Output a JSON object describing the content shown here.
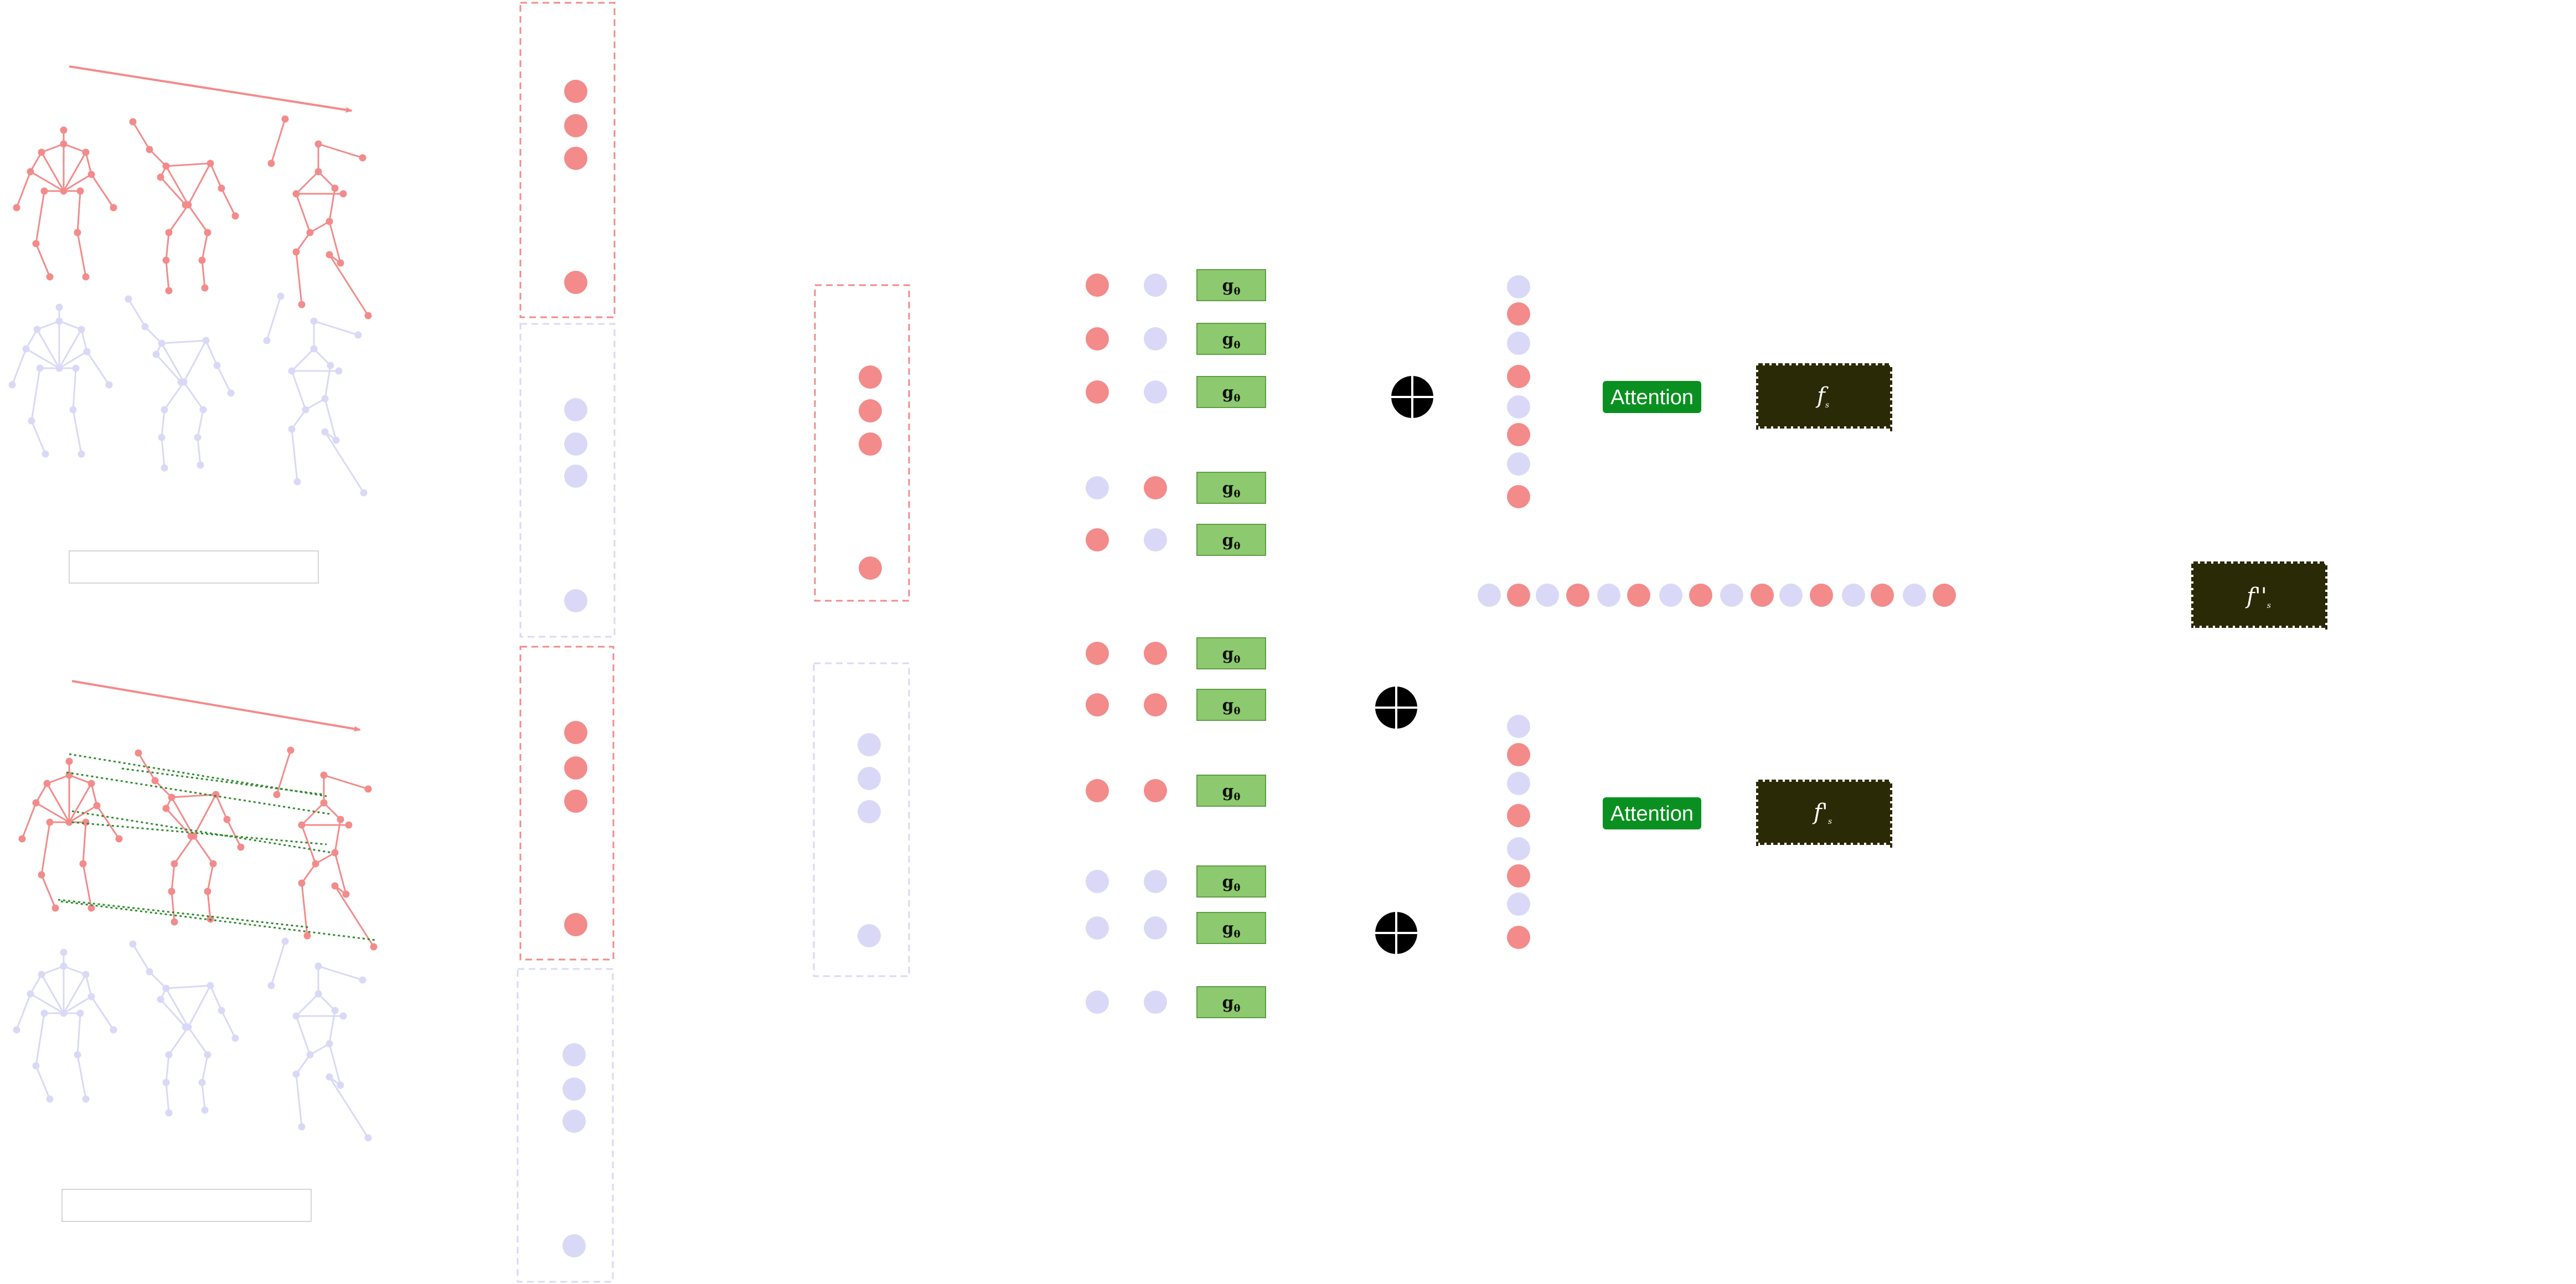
{
  "colors": {
    "red": "#f38b8b",
    "lavender": "#d9d9f7",
    "green_box": "#8dc96e",
    "green_border": "#5f9e45",
    "attention": "#0a9020",
    "dark_box": "#2a2a06",
    "skip_green": "#2e8b2e",
    "xor_symbol": "#000000"
  },
  "g_label": "g",
  "g_subscript": "θ",
  "attention": {
    "top": "Attention",
    "bottom": "Attention"
  },
  "f_top": {
    "main": "f",
    "sub": "s"
  },
  "f_bottom": {
    "main": "f'",
    "sub": "s"
  },
  "f_final": {
    "main": "f''",
    "sub": "s"
  },
  "icons": {
    "operator": "circle-plus-icon",
    "motion": "arrow-right-icon"
  }
}
